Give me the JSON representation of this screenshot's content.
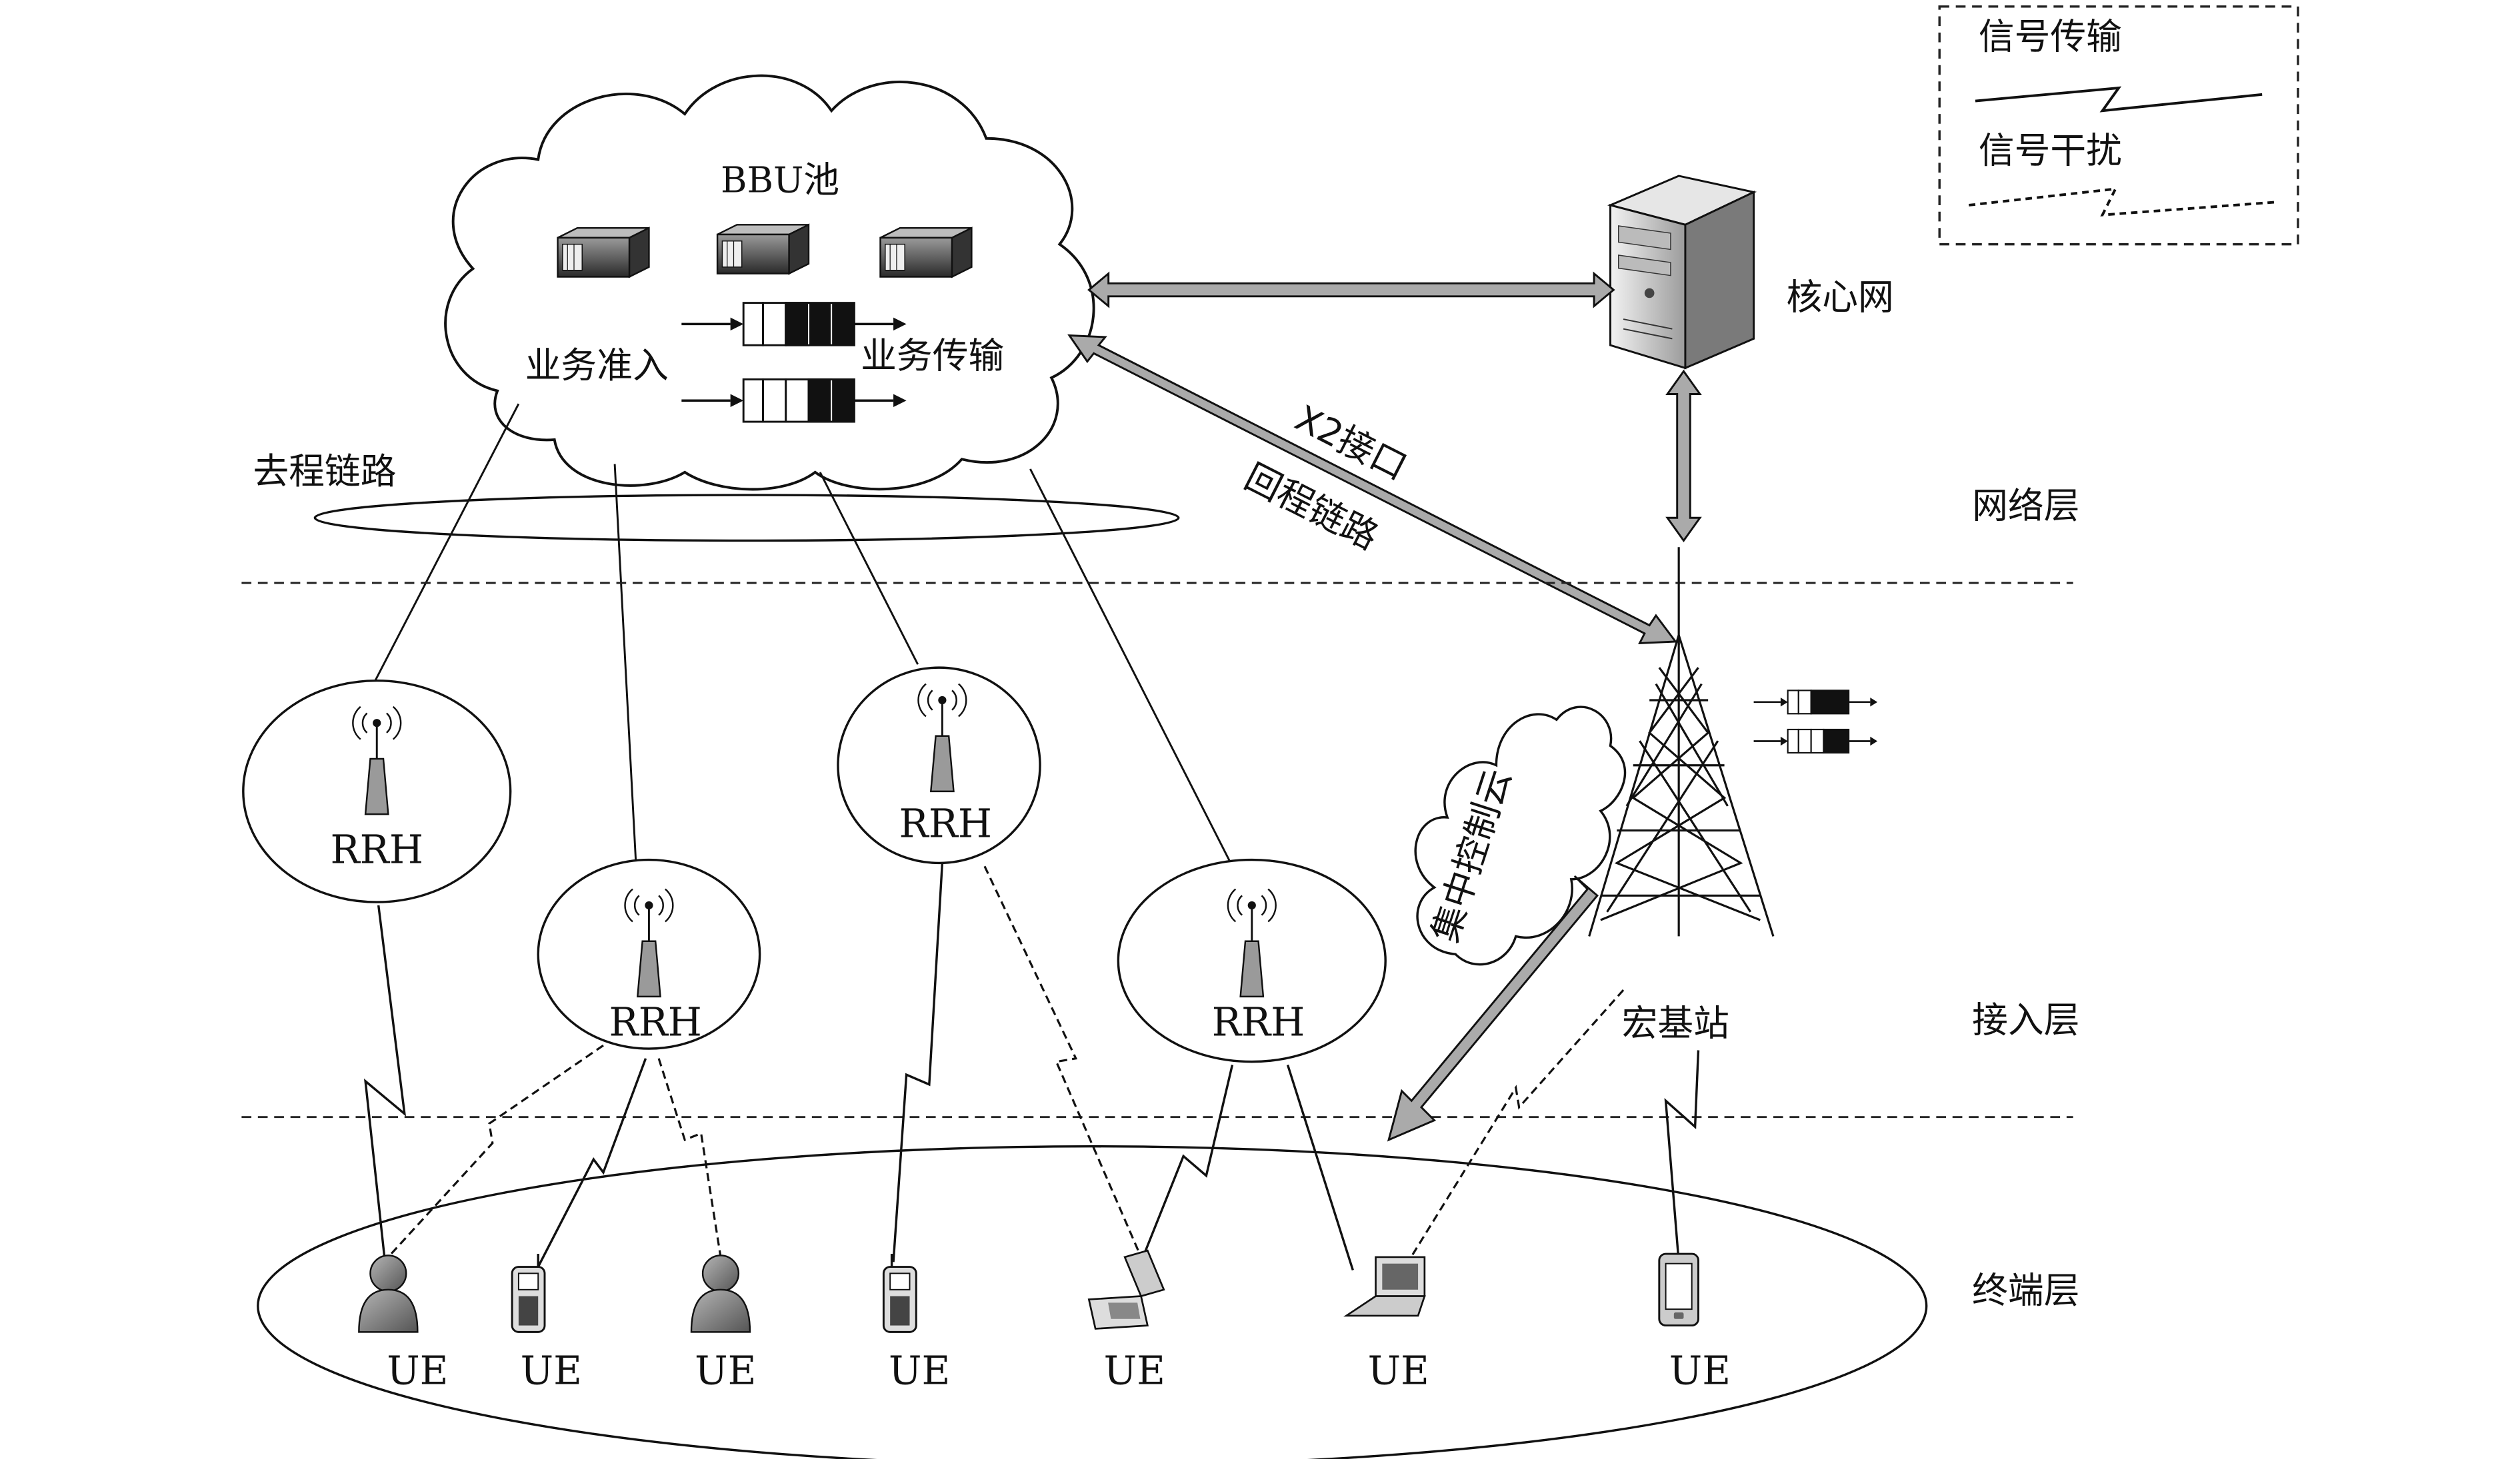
{
  "legend": {
    "signal_transmission": "信号传输",
    "signal_interference": "信号干扰"
  },
  "bbu_pool": {
    "title": "BBU池",
    "service_admission": "业务准入",
    "service_transmission": "业务传输"
  },
  "core_network": "核心网",
  "fronthaul_link": "去程链路",
  "x2_interface": "X2接口",
  "backhaul_link": "回程链路",
  "centralized_control_cloud": "集中控制云",
  "macro_base_station": "宏基站",
  "layers": {
    "network": "网络层",
    "access": "接入层",
    "terminal": "终端层"
  },
  "rrh_labels": [
    "RRH",
    "RRH",
    "RRH",
    "RRH"
  ],
  "ue_labels": [
    "UE",
    "UE",
    "UE",
    "UE",
    "UE",
    "UE",
    "UE"
  ],
  "icons": [
    "server-icon",
    "core-server-icon",
    "antenna-icon",
    "tower-icon",
    "user-icon",
    "mobile-phone-icon",
    "flip-phone-icon",
    "laptop-icon",
    "smartphone-icon",
    "queue-icon",
    "cloud-icon"
  ]
}
